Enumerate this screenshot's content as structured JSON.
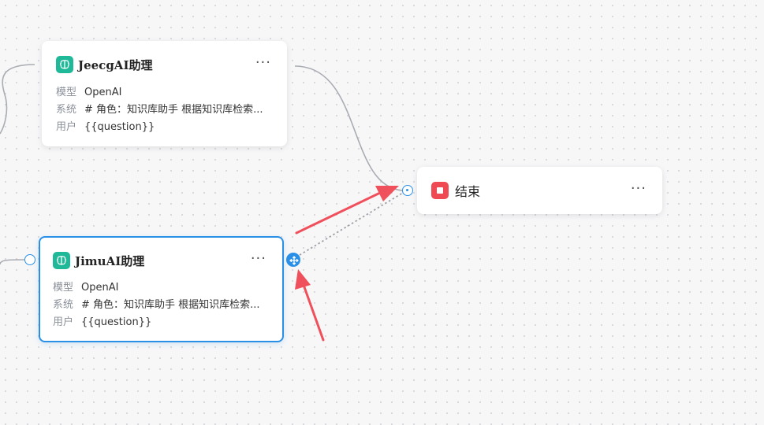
{
  "nodes": {
    "jeecg": {
      "title": "JeecgAI助理",
      "rows": [
        {
          "key": "模型",
          "value": "OpenAI"
        },
        {
          "key": "系统",
          "value": "# 角色：知识库助手 根据知识库检索..."
        },
        {
          "key": "用户",
          "value": "{{question}}"
        }
      ],
      "more": "···"
    },
    "jimu": {
      "title": "JimuAI助理",
      "rows": [
        {
          "key": "模型",
          "value": "OpenAI"
        },
        {
          "key": "系统",
          "value": "# 角色：知识库助手 根据知识库检索..."
        },
        {
          "key": "用户",
          "value": "{{question}}"
        }
      ],
      "more": "···"
    },
    "end": {
      "title": "结束",
      "more": "···"
    }
  },
  "colors": {
    "accent": "#2a8fe6",
    "ai_icon": "#1fb99a",
    "end_icon": "#ef4a53",
    "annotation_arrow": "#f0505c",
    "edge": "#a9acb2"
  },
  "icons": {
    "ai": "brain-icon",
    "end": "stop-icon",
    "port_active": "move-icon"
  }
}
